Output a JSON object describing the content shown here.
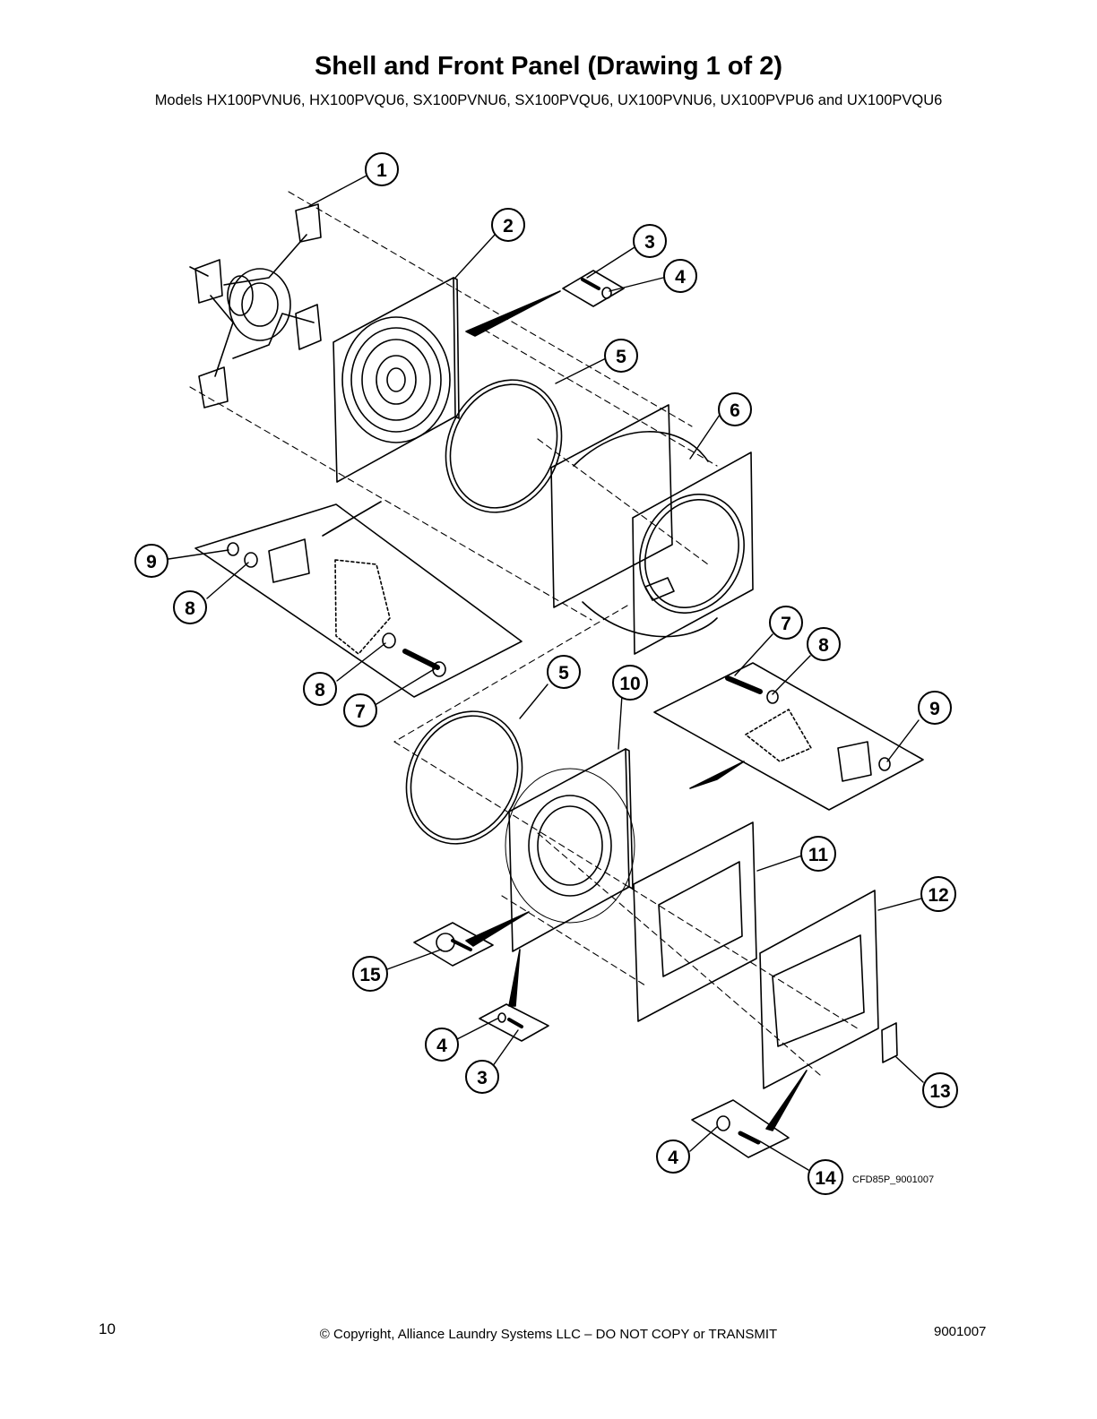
{
  "header": {
    "title": "Shell and Front Panel (Drawing 1 of 2)",
    "models": "Models HX100PVNU6, HX100PVQU6, SX100PVNU6, SX100PVQU6, UX100PVNU6, UX100PVPU6 and UX100PVQU6"
  },
  "diagram": {
    "drawing_id": "CFD85P_9001007",
    "callouts": [
      "1",
      "2",
      "3",
      "4",
      "5",
      "6",
      "9",
      "8",
      "8",
      "7",
      "7",
      "8",
      "5",
      "10",
      "9",
      "11",
      "12",
      "15",
      "4",
      "3",
      "13",
      "4",
      "14"
    ]
  },
  "footer": {
    "page_number": "10",
    "copyright": "© Copyright, Alliance Laundry Systems LLC – DO NOT COPY or TRANSMIT",
    "doc_number": "9001007"
  }
}
